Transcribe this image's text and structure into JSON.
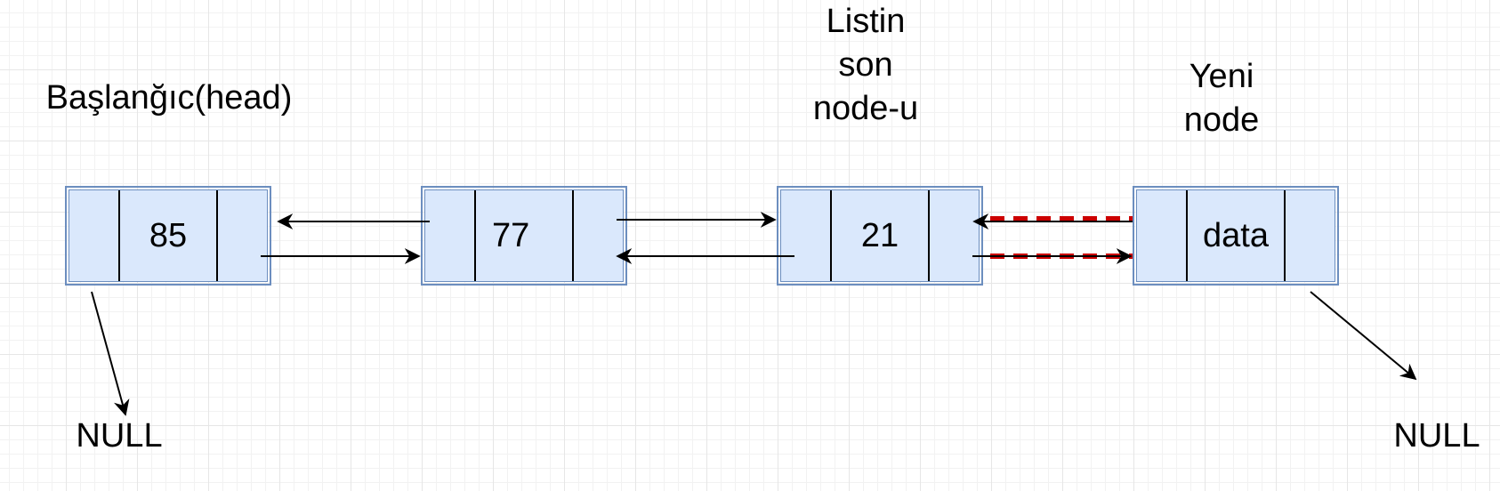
{
  "labels": {
    "head": "Başlanğıc(head)",
    "last_node": "Listin\nson\nnode-u",
    "new_node": "Yeni\nnode",
    "null_left": "NULL",
    "null_right": "NULL"
  },
  "nodes": [
    {
      "data": "85"
    },
    {
      "data": "77"
    },
    {
      "data": "21"
    },
    {
      "data": "data"
    }
  ],
  "colors": {
    "node_fill": "#dae8fc",
    "node_border": "#6c8ebf",
    "arrow": "#000000",
    "highlight_dash": "#cc0000"
  }
}
